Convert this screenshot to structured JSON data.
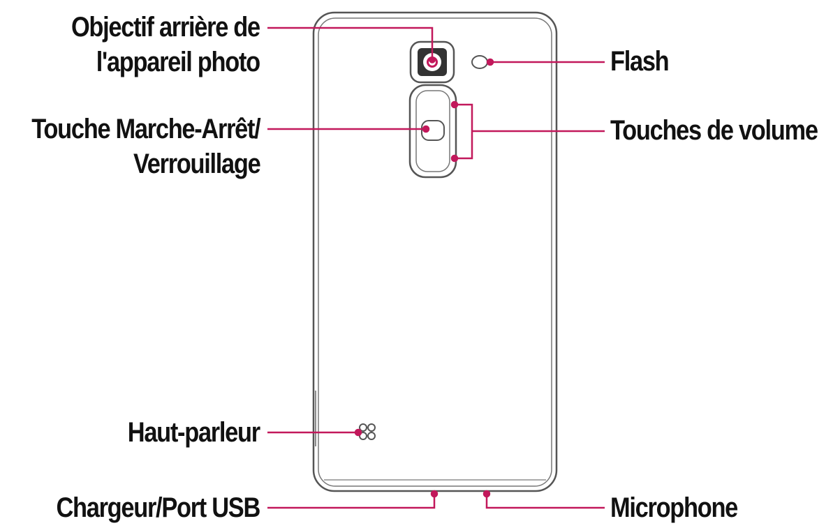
{
  "labels": {
    "rear_camera_line1": "Objectif arrière de",
    "rear_camera_line2": "l'appareil photo",
    "power_lock_line1": "Touche Marche-Arrêt/",
    "power_lock_line2": "Verrouillage",
    "speaker": "Haut-parleur",
    "charger_usb": "Chargeur/Port USB",
    "flash": "Flash",
    "volume_keys": "Touches de volume",
    "microphone": "Microphone"
  },
  "colors": {
    "callout": "#c2185b",
    "outline": "#555555",
    "text": "#111111"
  }
}
